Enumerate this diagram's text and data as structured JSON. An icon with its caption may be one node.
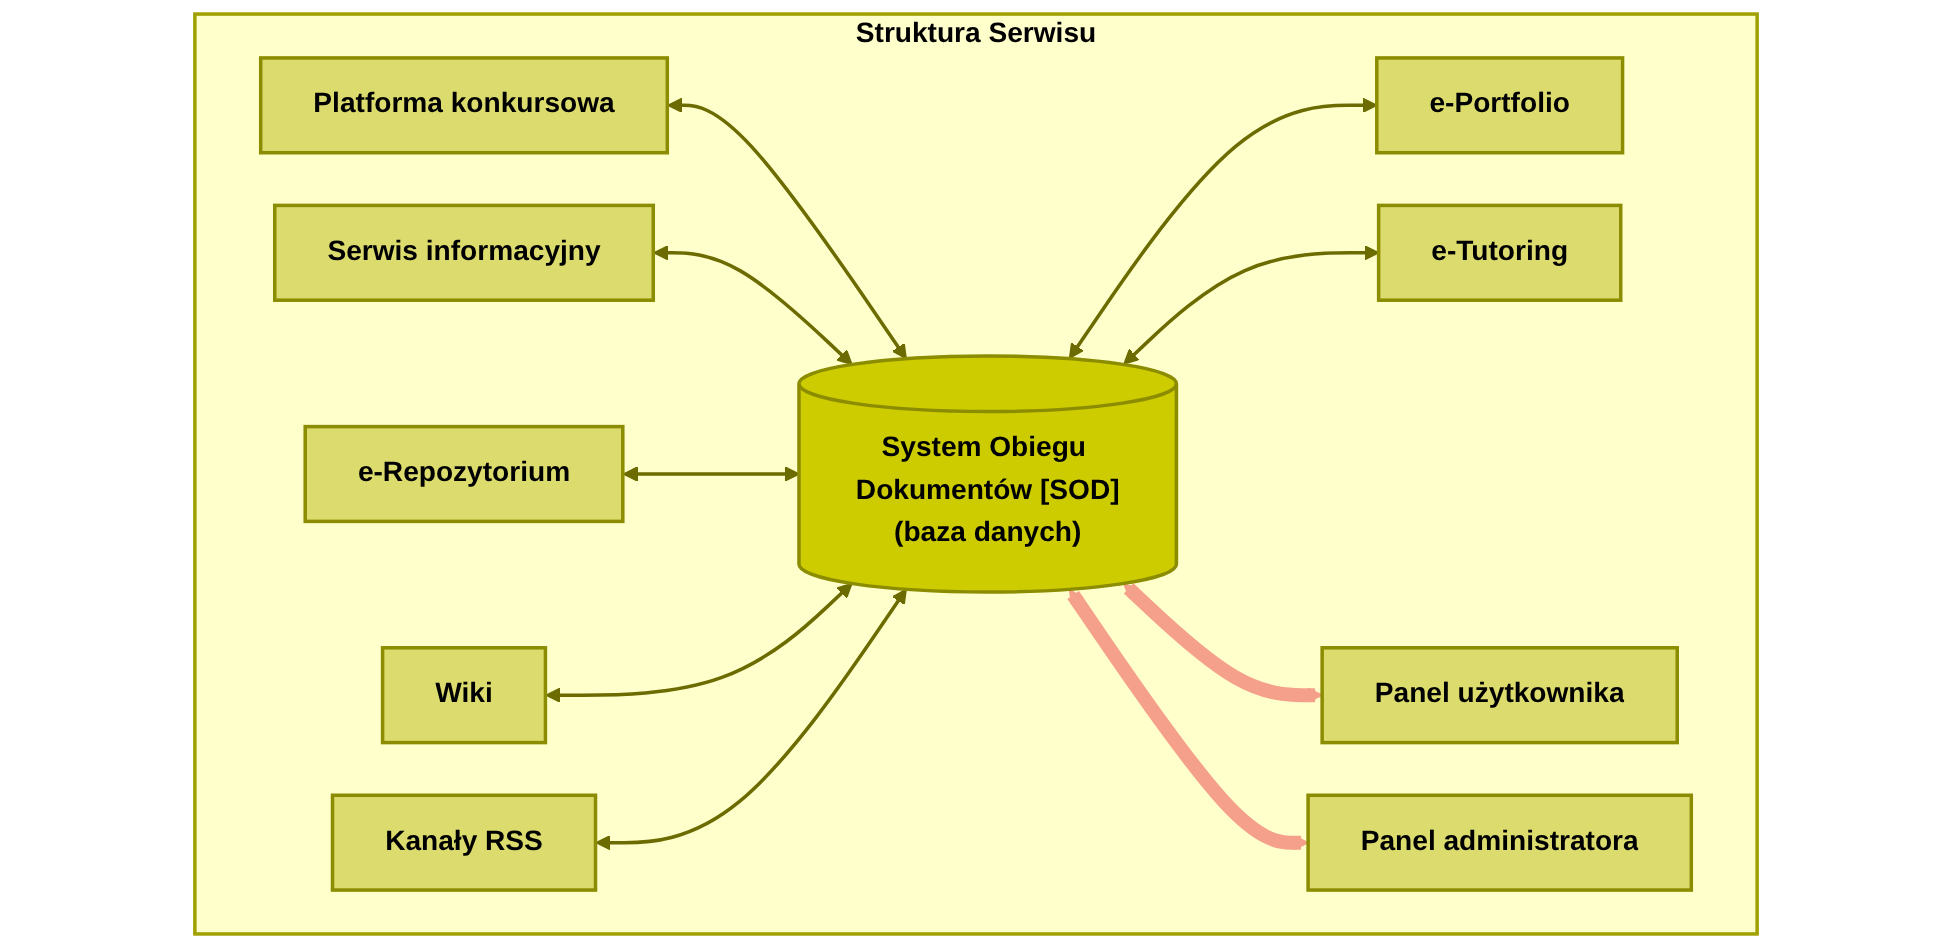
{
  "diagram": {
    "nodes": [
      {
        "text": [
          "Struktura Serwisu"
        ]
      },
      {
        "text": [
          "Platforma konkursowa"
        ],
        "in": 0
      },
      {
        "text": [
          "Serwis informacyjny"
        ],
        "in": 0
      },
      {
        "text": [
          "e-Repozytorium"
        ],
        "in": 0
      },
      {
        "text": [
          "Wiki"
        ],
        "in": 0
      },
      {
        "text": [
          "Kanały RSS"
        ],
        "in": 0
      },
      {
        "text": [
          "System Obiegu Dokumentów [SOD]",
          "(baza danych)"
        ],
        "in": 0
      },
      {
        "text": [
          "e-Portfolio"
        ],
        "in": 0
      },
      {
        "text": [
          "e-Tutoring"
        ],
        "in": 0
      },
      {
        "text": [
          "Panel użytkownika"
        ],
        "in": 0
      },
      {
        "text": [
          "Panel administratora"
        ],
        "in": 0
      }
    ],
    "edges": [
      {
        "from": 1,
        "to": 6,
        "arrow": "both"
      },
      {
        "from": 2,
        "to": 6,
        "arrow": "both"
      },
      {
        "from": 3,
        "to": 6,
        "arrow": "both"
      },
      {
        "from": 4,
        "to": 6,
        "arrow": "both"
      },
      {
        "from": 5,
        "to": 6,
        "arrow": "both"
      },
      {
        "from": 6,
        "to": 7,
        "arrow": "both"
      },
      {
        "from": 6,
        "to": 8,
        "arrow": "both"
      },
      {
        "from": 6,
        "to": 9,
        "arrow": "both",
        "style": "thick",
        "color": "#f4a08a"
      },
      {
        "from": 6,
        "to": 10,
        "arrow": "both",
        "style": "thick",
        "color": "#f4a08a"
      }
    ]
  }
}
